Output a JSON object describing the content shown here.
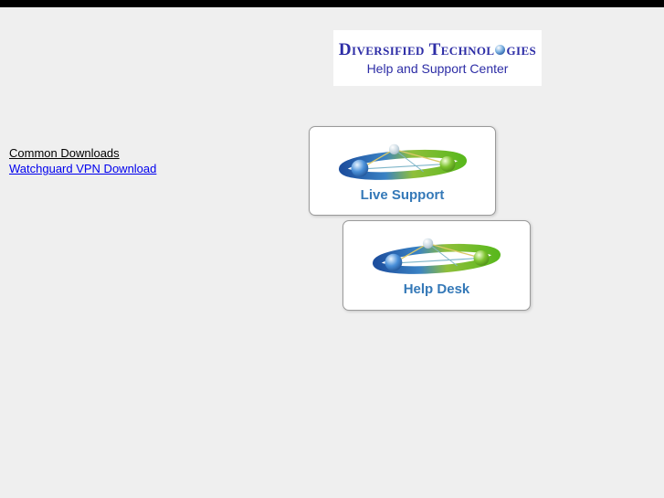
{
  "page": {
    "background_color": "#efefef",
    "top_bar_color": "#000000"
  },
  "header": {
    "brand_part1": "Diversified Technol",
    "brand_part2": "gies",
    "brand_full": "Diversified Technologies",
    "subtitle": "Help and Support Center",
    "brand_color": "#2d2da6",
    "box_color": "#ffffff"
  },
  "downloads": {
    "heading": "Common Downloads",
    "link": "Watchguard VPN Download",
    "link_color": "#0000ee"
  },
  "buttons": [
    {
      "label": "Live Support"
    },
    {
      "label": "Help Desk"
    }
  ],
  "icons": {
    "orbit_logo": "orbit-ellipse-with-three-spheres",
    "ring_blue": "#1d4f9e",
    "ring_green": "#5ab81d"
  }
}
